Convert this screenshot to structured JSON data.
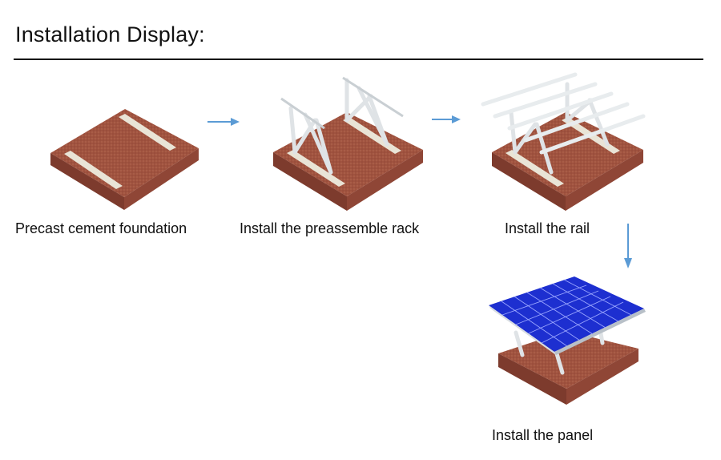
{
  "header": {
    "title": "Installation Display:"
  },
  "steps": [
    {
      "label": "Precast cement foundation",
      "icon": "cement-foundation-icon"
    },
    {
      "label": "Install the preassemble rack",
      "icon": "rack-frame-icon"
    },
    {
      "label": "Install the rail",
      "icon": "rail-frame-icon"
    },
    {
      "label": "Install the panel",
      "icon": "solar-panel-array-icon"
    }
  ],
  "colors": {
    "soil": "#a0533f",
    "soil_side": "#7d3b2d",
    "cement": "#e9e4d6",
    "steel": "#dfe3e6",
    "panel": "#1d2fd0",
    "arrow": "#5b9bd5"
  }
}
